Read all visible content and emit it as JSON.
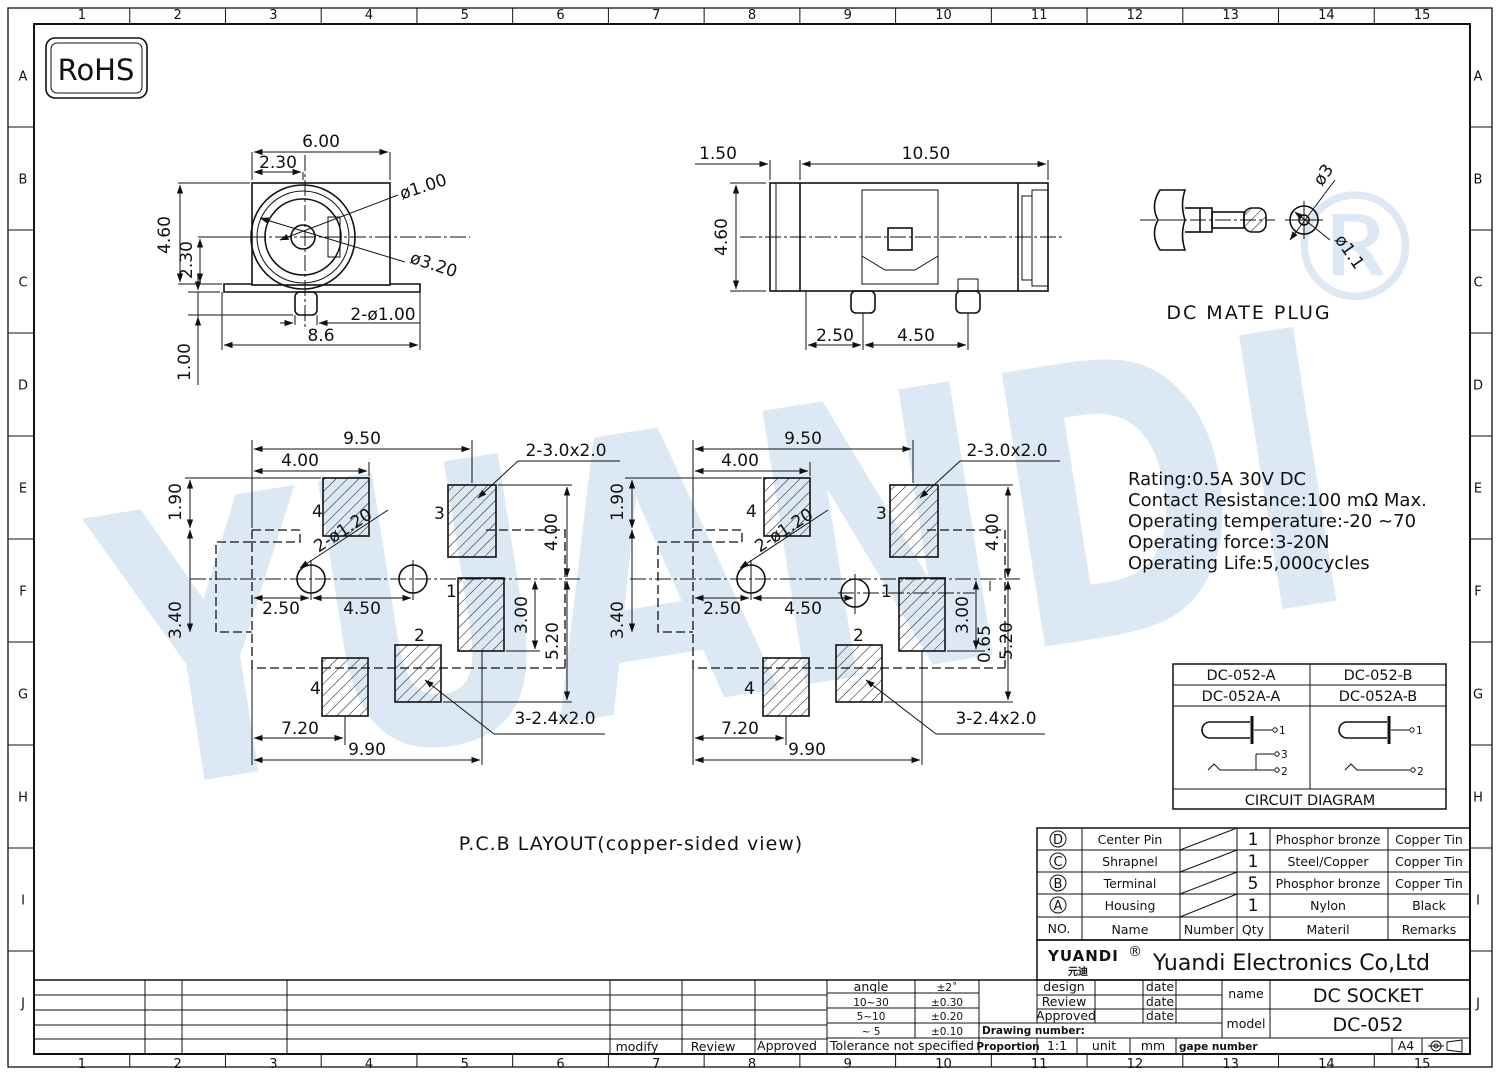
{
  "border": {
    "columns": [
      "1",
      "2",
      "3",
      "4",
      "5",
      "6",
      "7",
      "8",
      "9",
      "10",
      "11",
      "12",
      "13",
      "14",
      "15"
    ],
    "rows": [
      "A",
      "B",
      "C",
      "D",
      "E",
      "F",
      "G",
      "H",
      "I",
      "J"
    ]
  },
  "rohs": "RoHS",
  "front_view": {
    "dims": [
      "6.00",
      "2.30",
      "4.60",
      "2.30",
      "ø1.00",
      "ø3.20",
      "2-ø1.00",
      "8.6",
      "1.00"
    ]
  },
  "side_view": {
    "dims": [
      "1.50",
      "10.50",
      "4.60",
      "2.50",
      "4.50"
    ]
  },
  "plug": {
    "dims": [
      "ø3",
      "ø1.1"
    ],
    "title": "DC MATE PLUG"
  },
  "pcb": {
    "left": {
      "dims": [
        "9.50",
        "4.00",
        "2-3.0x2.0",
        "1.90",
        "2-ø1.20",
        "4.00",
        "2.50",
        "4.50",
        "3.40",
        "3.00",
        "5.20",
        "3-2.4x2.0",
        "7.20",
        "9.90"
      ],
      "pins": [
        "4",
        "3",
        "1",
        "2",
        "4"
      ]
    },
    "right": {
      "dims": [
        "9.50",
        "4.00",
        "2-3.0x2.0",
        "1.90",
        "2-ø1.20",
        "4.00",
        "2.50",
        "4.50",
        "3.40",
        "3.00",
        "0.65",
        "5.20",
        "3-2.4x2.0",
        "7.20",
        "9.90"
      ],
      "pins": [
        "4",
        "3",
        "1",
        "2",
        "4"
      ]
    },
    "caption": "P.C.B LAYOUT(copper-sided view)"
  },
  "specs": [
    "Rating:0.5A 30V DC",
    "Contact Resistance:100 mΩ Max.",
    "Operating temperature:-20 ~70",
    "Operating force:3-20N",
    "Operating Life:5,000cycles"
  ],
  "circuit": {
    "models": [
      "DC-052-A",
      "DC-052-B",
      "DC-052A-A",
      "DC-052A-B"
    ],
    "pin_labels": [
      "1",
      "3",
      "2",
      "1",
      "2"
    ],
    "title": "CIRCUIT DIAGRAM"
  },
  "bom": {
    "rows": [
      {
        "no": "D",
        "name": "Center Pin",
        "qty": "1",
        "material": "Phosphor bronze",
        "remarks": "Copper Tin"
      },
      {
        "no": "C",
        "name": "Shrapnel",
        "qty": "1",
        "material": "Steel/Copper",
        "remarks": "Copper Tin"
      },
      {
        "no": "B",
        "name": "Terminal",
        "qty": "5",
        "material": "Phosphor bronze",
        "remarks": "Copper Tin"
      },
      {
        "no": "A",
        "name": "Housing",
        "qty": "1",
        "material": "Nylon",
        "remarks": "Black"
      }
    ],
    "header": {
      "no": "NO.",
      "name": "Name",
      "number": "Number",
      "qty": "Qty",
      "material": "Materil",
      "remarks": "Remarks"
    }
  },
  "company": {
    "logo": "YUANDI",
    "logo_cn": "元迪",
    "reg": "®",
    "name": "Yuandi Electronics Co,Ltd"
  },
  "watermark": {
    "text": "YUANDI",
    "reg": "®"
  },
  "tolerance": {
    "angle_label": "angle",
    "angle_val": "±2˚",
    "rows": [
      [
        "10~30",
        "±0.30"
      ],
      [
        "5~10",
        "±0.20"
      ],
      [
        "~ 5",
        "±0.10"
      ]
    ],
    "label": "Tolerance not specified"
  },
  "revision": {
    "modify": "modify",
    "review": "Review",
    "approved": "Approved"
  },
  "title_block": {
    "design": "design",
    "review": "Review",
    "approved": "Approved",
    "date": "date",
    "drawing_number": "Drawing number:",
    "proportion": "Proportion",
    "proportion_val": "1:1",
    "unit": "unit",
    "unit_val": "mm",
    "gape_number": "gape number",
    "name_label": "name",
    "name_val": "DC SOCKET",
    "model_label": "model",
    "model_val": "DC-052",
    "size": "A4"
  }
}
